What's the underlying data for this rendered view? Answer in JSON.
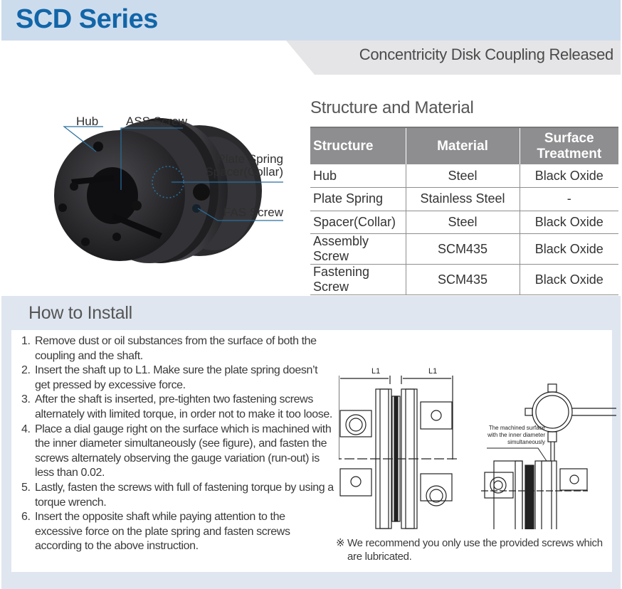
{
  "header": {
    "title": "SCD Series",
    "subtitle": "Concentricity Disk Coupling Released",
    "title_color": "#1265a8",
    "band_color": "#cddcec"
  },
  "product_photo": {
    "callouts": {
      "hub": "Hub",
      "ass_screw": "ASS Screw",
      "plate_spring": "Plate Spring",
      "spacer": "Spacer(Collar)",
      "fas_screw": "FAS Screw"
    },
    "leader_color": "#2a6f9e"
  },
  "structure": {
    "title": "Structure and Material",
    "columns": [
      "Structure",
      "Material",
      "Surface Treatment"
    ],
    "column_lines": {
      "surface_1": "Surface",
      "surface_2": "Treatment"
    },
    "rows": [
      [
        "Hub",
        "Steel",
        "Black Oxide"
      ],
      [
        "Plate Spring",
        "Stainless Steel",
        "-"
      ],
      [
        "Spacer(Collar)",
        "Steel",
        "Black Oxide"
      ],
      [
        "Assembly Screw",
        "SCM435",
        "Black Oxide"
      ],
      [
        "Fastening Screw",
        "SCM435",
        "Black Oxide"
      ]
    ]
  },
  "install": {
    "title": "How to Install",
    "steps": [
      {
        "num": "1.",
        "text": "Remove dust or oil substances from the surface of both the coupling and the shaft."
      },
      {
        "num": "2.",
        "text": "Insert the shaft up to L1. Make sure the plate spring doesn’t get pressed by excessive force."
      },
      {
        "num": "3.",
        "text": "After the shaft is inserted, pre-tighten two fastening screws alternately with limited torque, in order not to make it too loose."
      },
      {
        "num": "4.",
        "text": "Place a dial gauge right on the surface which is machined with the inner diameter simultaneously (see figure), and fasten the screws alternately observing the gauge variation (run-out) is less than 0.02."
      },
      {
        "num": "5.",
        "text": "Lastly, fasten the screws with full of fastening torque by using a torque wrench."
      },
      {
        "num": "6.",
        "text": "Insert the opposite shaft while paying attention to the excessive force on the plate spring and fasten screws according to the above instruction."
      }
    ],
    "drawing": {
      "dim_label_left": "L1",
      "dim_label_right": "L1",
      "gauge_note_1": "The machined surface",
      "gauge_note_2": "with the inner diameter",
      "gauge_note_3": "simultaneously"
    },
    "note_mark": "※",
    "note": "We recommend you only use the provided screws which are lubricated."
  }
}
